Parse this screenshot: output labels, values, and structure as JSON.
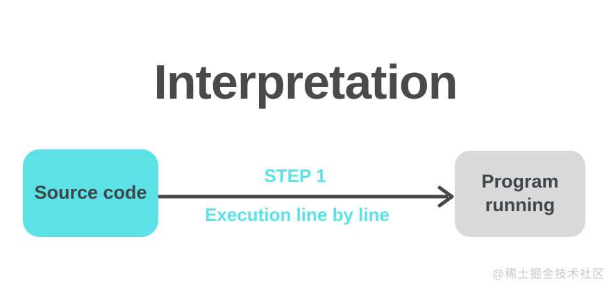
{
  "title": "Interpretation",
  "diagram": {
    "source_box": {
      "label": "Source code"
    },
    "target_box": {
      "label": "Program running"
    },
    "arrow": {
      "step_label": "STEP 1",
      "description": "Execution line by line"
    }
  },
  "watermark": "@稀土掘金技术社区",
  "colors": {
    "accent_cyan": "#5CE1E6",
    "box_gray": "#D9D9D9",
    "text_dark": "#4A4A4A",
    "arrow_dark": "#474747",
    "watermark_gray": "#C9C9C9"
  }
}
